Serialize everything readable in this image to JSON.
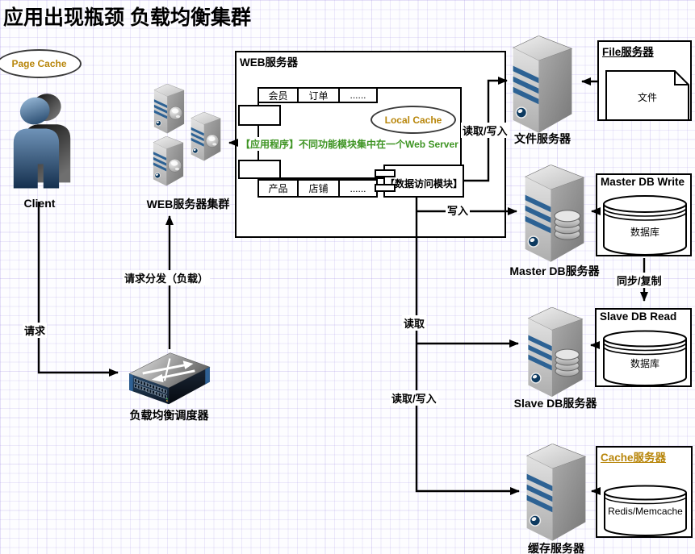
{
  "title": "应用出现瓶颈 负载均衡集群",
  "colors": {
    "gold": "#b8860b",
    "green": "#3e9423",
    "line": "#000000",
    "stripe_blue": "#2d6294"
  },
  "icons": {
    "client": "person-icon",
    "web_cluster": "server-globe-icon",
    "load_balancer": "network-switch-icon",
    "file_server": "server-tower-icon",
    "db_server": "database-server-icon",
    "database": "database-cylinder-icon",
    "document": "document-icon"
  },
  "page_cache": {
    "label": "Page Cache"
  },
  "client": {
    "label": "Client"
  },
  "web_cluster": {
    "label": "WEB服务器集群"
  },
  "load_balancer": {
    "label": "负载均衡调度器"
  },
  "web_box": {
    "title": "WEB服务器",
    "top_tabs": [
      "会员",
      "订单",
      "......"
    ],
    "bottom_tabs": [
      "产品",
      "店铺",
      "......"
    ],
    "local_cache": "Local Cache",
    "app_note": "【应用程序】不同功能模块集中在一个Web Server",
    "dam_label": "【数据访问模块】"
  },
  "file": {
    "server_label": "文件服务器",
    "box_title": "File服务器",
    "doc_label": "文件"
  },
  "master": {
    "server_label": "Master DB服务器",
    "box_title": "Master DB Write",
    "db_label": "数据库"
  },
  "slave": {
    "server_label": "Slave DB服务器",
    "box_title": "Slave DB Read",
    "db_label": "数据库"
  },
  "cache": {
    "server_label": "缓存服务器",
    "box_title": "Cache服务器",
    "db_label": "Redis/Memcache"
  },
  "edges": {
    "request": "请求",
    "dispatch": "请求分发（负载）",
    "file_rw": "读取/写入",
    "write": "写入",
    "read": "读取",
    "cache_rw": "读取/写入",
    "sync": "同步/复制"
  }
}
